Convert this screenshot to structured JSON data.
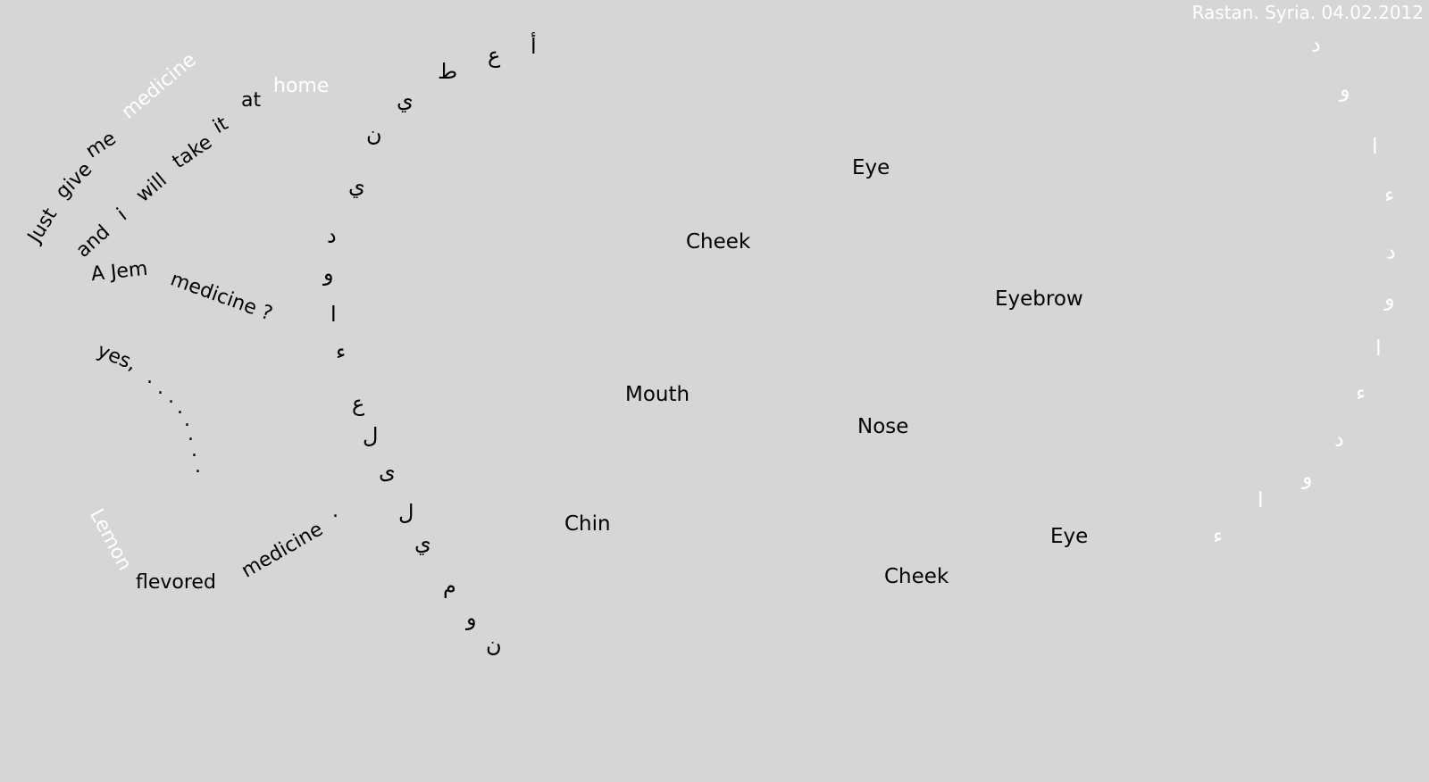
{
  "caption": "Rastan. Syria. 04.02.2012",
  "poem": {
    "line1": [
      "Just",
      "give",
      "me",
      "medicine"
    ],
    "line2": [
      "and",
      "i",
      "will",
      "take",
      "it",
      "at",
      "home"
    ],
    "line3": [
      "A Jem",
      "medicine ?"
    ],
    "line4": [
      "yes,",
      ".",
      ".",
      ".",
      ".",
      ".",
      ".",
      ".",
      "."
    ],
    "line5": [
      "Lemon",
      "flevored",
      "medicine",
      "."
    ]
  },
  "arabic_arc": [
    "أ",
    "ع",
    "ط",
    "ي",
    "ن",
    "ي",
    "د",
    "و",
    "ا",
    "ء",
    "ع",
    "ل",
    "ى",
    "ل",
    "ي",
    "م",
    "و",
    "ن"
  ],
  "face_labels": {
    "eye_top": "Eye",
    "cheek_left": "Cheek",
    "eyebrow": "Eyebrow",
    "mouth": "Mouth",
    "nose": "Nose",
    "chin": "Chin",
    "eye_bottom": "Eye",
    "cheek_bottom": "Cheek"
  },
  "arabic_right": [
    "د",
    "و",
    "ا",
    "ء",
    "د",
    "و",
    "ا",
    "ء",
    "د",
    "و",
    "ا",
    "ء"
  ]
}
